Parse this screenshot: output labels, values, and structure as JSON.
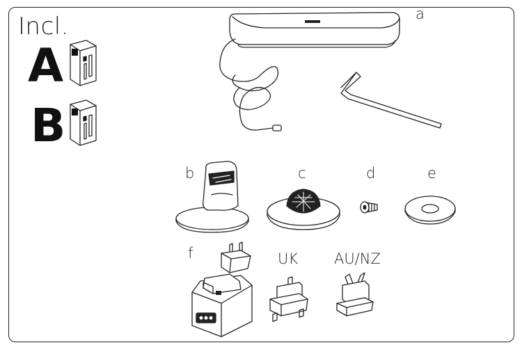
{
  "header": {
    "title": "Incl."
  },
  "manuals": [
    {
      "letter": "A",
      "icon": "manual-book-icon"
    },
    {
      "letter": "B",
      "icon": "manual-book-icon"
    }
  ],
  "parts": {
    "a": "a",
    "b": "b",
    "c": "c",
    "d": "d",
    "e": "e",
    "f": "f"
  },
  "plugs": {
    "uk": "UK",
    "aunz": "AU/NZ"
  }
}
